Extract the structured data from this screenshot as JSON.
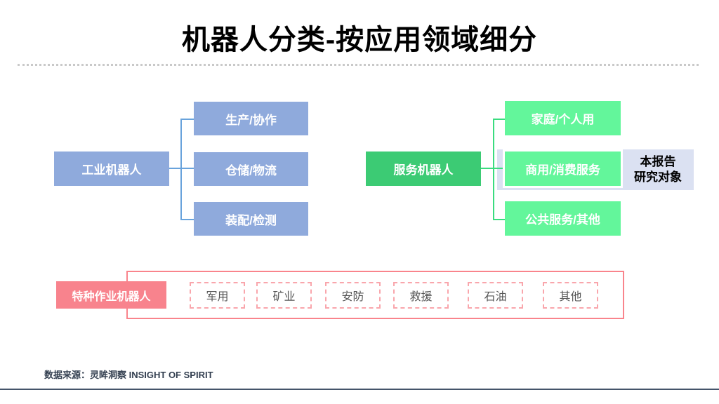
{
  "slide": {
    "title": "机器人分类-按应用领域细分",
    "footer_source": "数据来源：灵眸洞察 INSIGHT OF SPIRIT"
  },
  "industrial_tree": {
    "parent_label": "工业机器人",
    "children": [
      "生产/协作",
      "仓储/物流",
      "装配/检测"
    ]
  },
  "service_tree": {
    "parent_label": "服务机器人",
    "children": [
      "家庭/个人用",
      "商用/消费服务",
      "公共服务/其他"
    ],
    "highlight_note_line1": "本报告",
    "highlight_note_line2": "研究对象"
  },
  "special_tree": {
    "parent_label": "特种作业机器人",
    "children": [
      "军用",
      "矿业",
      "安防",
      "救援",
      "石油",
      "其他"
    ]
  },
  "colors": {
    "industrial_box": "#8FAADC",
    "industrial_line": "#69A3DC",
    "service_parent_box": "#3CCB74",
    "service_child_box": "#63F69B",
    "service_line": "#3ADC7F",
    "highlight_band": "#DBE1F2",
    "special_parent_box": "#F8838D",
    "special_container_border": "#F9848C",
    "special_child_border": "#F9A6AC",
    "footer_text": "#333F50",
    "bottom_rule": "#44546A"
  }
}
